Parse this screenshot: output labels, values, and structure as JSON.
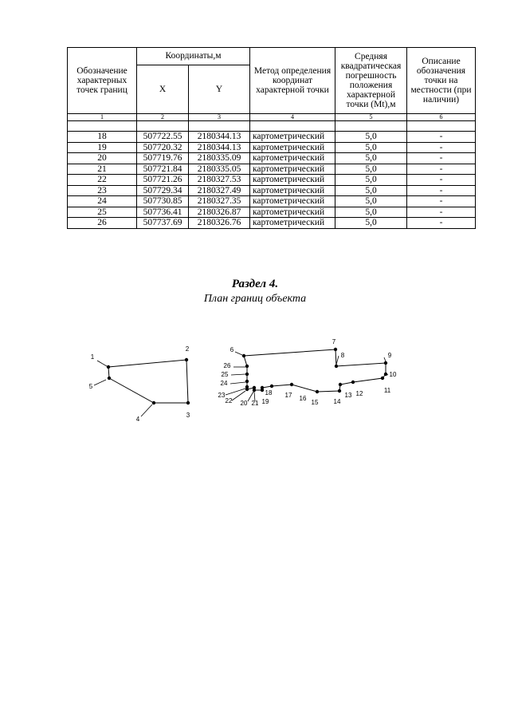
{
  "table": {
    "header": {
      "point_label": "Обозначение характерных точек границ",
      "coords_label": "Координаты,м",
      "x_label": "X",
      "y_label": "Y",
      "method_label": "Метод определения координат характерной точки",
      "error_label": "Средняя квадратическая погрешность положения характерной точки (Mt),м",
      "desc_label": "Описание обозначения точки на местности (при наличии)"
    },
    "col_numbers": [
      "1",
      "2",
      "3",
      "4",
      "5",
      "6"
    ],
    "rows": [
      {
        "point": "18",
        "x": "507722.55",
        "y": "2180344.13",
        "method": "картометрический",
        "error": "5,0",
        "desc": "-"
      },
      {
        "point": "19",
        "x": "507720.32",
        "y": "2180344.13",
        "method": "картометрический",
        "error": "5,0",
        "desc": "-"
      },
      {
        "point": "20",
        "x": "507719.76",
        "y": "2180335.09",
        "method": "картометрический",
        "error": "5,0",
        "desc": "-"
      },
      {
        "point": "21",
        "x": "507721.84",
        "y": "2180335.05",
        "method": "картометрический",
        "error": "5,0",
        "desc": "-"
      },
      {
        "point": "22",
        "x": "507721.26",
        "y": "2180327.53",
        "method": "картометрический",
        "error": "5,0",
        "desc": "-"
      },
      {
        "point": "23",
        "x": "507729.34",
        "y": "2180327.49",
        "method": "картометрический",
        "error": "5,0",
        "desc": "-"
      },
      {
        "point": "24",
        "x": "507730.85",
        "y": "2180327.35",
        "method": "картометрический",
        "error": "5,0",
        "desc": "-"
      },
      {
        "point": "25",
        "x": "507736.41",
        "y": "2180326.87",
        "method": "картометрический",
        "error": "5,0",
        "desc": "-"
      },
      {
        "point": "26",
        "x": "507737.69",
        "y": "2180326.76",
        "method": "картометрический",
        "error": "5,0",
        "desc": "-"
      }
    ]
  },
  "section": {
    "heading": "Раздел 4.",
    "subheading": "План границ объекта"
  },
  "plan": {
    "contour1": {
      "labels": [
        "1",
        "2",
        "3",
        "4",
        "5"
      ]
    },
    "contour2": {
      "labels": [
        "6",
        "7",
        "8",
        "9",
        "10",
        "11",
        "12",
        "13",
        "14",
        "15",
        "16",
        "17",
        "18",
        "19",
        "20",
        "21",
        "22",
        "23",
        "24",
        "25",
        "26"
      ]
    }
  }
}
